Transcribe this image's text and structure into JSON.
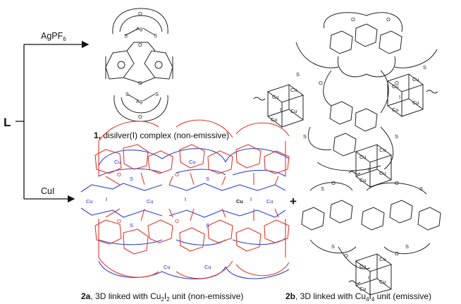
{
  "scheme": {
    "ligand_label": "L",
    "reagents": {
      "top": "AgPF",
      "top_sub": "6",
      "bottom": "CuI"
    },
    "plus_sign": "+",
    "products": {
      "p1": {
        "num": "1,",
        "desc": " disilver(I) complex (non-emissive)"
      },
      "p2a": {
        "num": "2a",
        "desc_pre": ", 3D linked with Cu",
        "sub1": "2",
        "mid": "I",
        "sub2": "2",
        "desc_post": " unit (non-emissive)"
      },
      "p2b": {
        "num": "2b",
        "desc_pre": ", 3D linked with Cu",
        "sub1": "4",
        "mid": "I",
        "sub2": "4",
        "desc_post": " unit (emissive)"
      }
    },
    "atoms": {
      "ag": "Ag",
      "cu": "Cu",
      "s": "S",
      "o": "O",
      "i": "I"
    }
  },
  "colors": {
    "red": "#e03a2c",
    "blue": "#3344d6",
    "black": "#111111"
  }
}
